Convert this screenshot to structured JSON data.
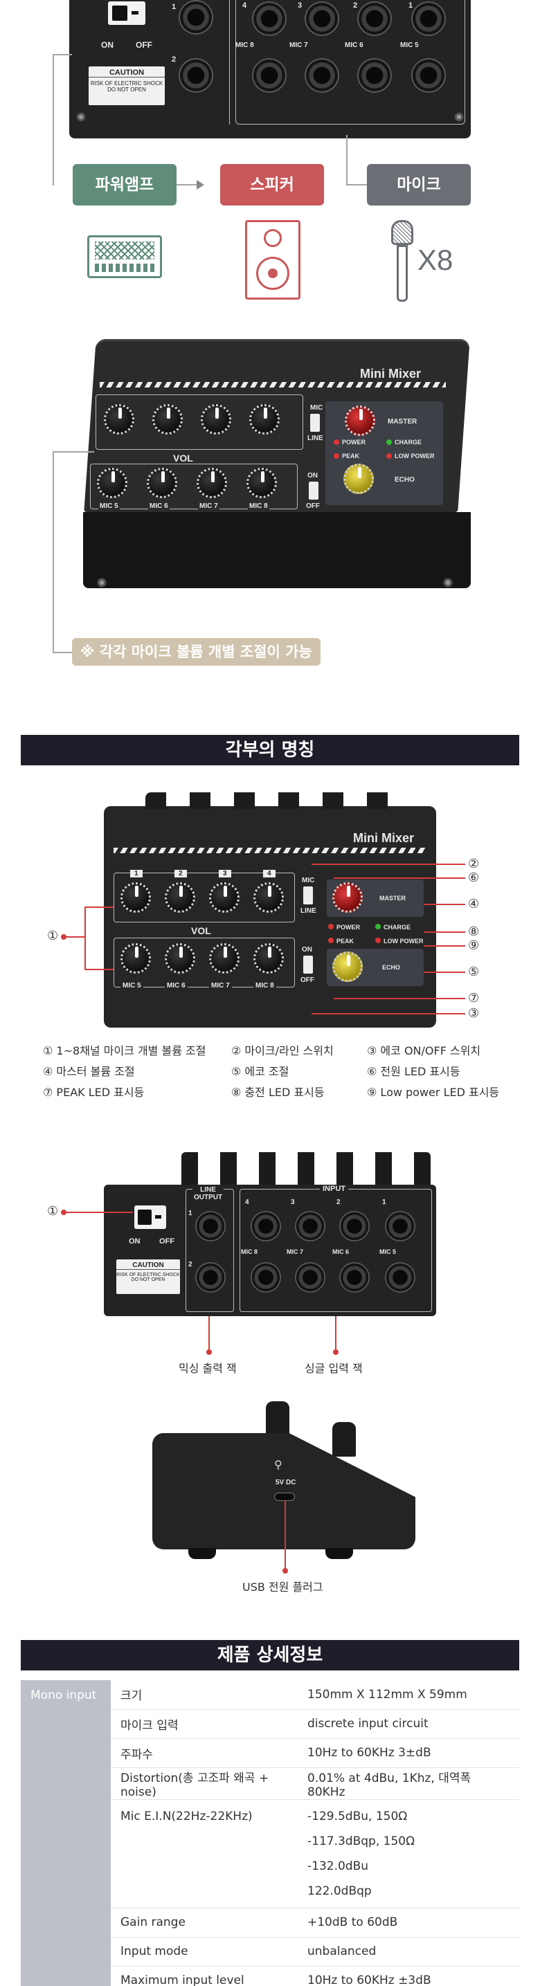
{
  "top_device": {
    "switch_on": "ON",
    "switch_off": "OFF",
    "caution_title": "CAUTION",
    "caution_line1": "RISK OF ELECTRIC SHOCK",
    "caution_line2": "DO NOT OPEN",
    "line_out_nums": [
      "1",
      "2"
    ],
    "input_nums": [
      "4",
      "3",
      "2",
      "1"
    ],
    "mic_labels": [
      "MIC 8",
      "MIC 7",
      "MIC 6",
      "MIC 5"
    ]
  },
  "flow": {
    "amp": "파워앰프",
    "speaker": "스피커",
    "mic": "마이크",
    "mic_count": "X8",
    "amp_color": "#5f8d79",
    "speaker_color": "#c9585a",
    "mic_color": "#6b6e75"
  },
  "mixer": {
    "brand": "Mini Mixer",
    "mic_top": "MIC",
    "line_top": "LINE",
    "vol": "VOL",
    "on": "ON",
    "off": "OFF",
    "power": "POWER",
    "charge": "CHARGE",
    "peak": "PEAK",
    "low_power": "LOW POWER",
    "master": "MASTER",
    "echo": "ECHO",
    "mic_labels": [
      "MIC 5",
      "MIC 6",
      "MIC 7",
      "MIC 8"
    ],
    "ch_nums": [
      "1",
      "2",
      "3",
      "4"
    ]
  },
  "volume_note": "※ 각각 마이크 볼륨 개별 조절이 가능",
  "names_section": {
    "title": "각부의 명칭",
    "markers": [
      "①",
      "②",
      "③",
      "④",
      "⑤",
      "⑥",
      "⑦",
      "⑧",
      "⑨"
    ],
    "legend": [
      "① 1~8채널 마이크 개별 볼륨 조절",
      "② 마이크/라인 스위치",
      "③ 에코 ON/OFF 스위치",
      "④ 마스터 볼륨 조절",
      "⑤ 에코 조절",
      "⑥ 전원 LED 표시등",
      "⑦ PEAK LED 표시등",
      "⑧ 충전 LED 표시등",
      "⑨ Low power LED 표시등"
    ]
  },
  "back_panel": {
    "switch_marker": "①",
    "line_output": "LINE\nOUTPUT",
    "input": "INPUT",
    "mixing_out": "믹싱 출력 잭",
    "single_in": "싱글 입력 잭"
  },
  "side_view": {
    "port_label": "5V DC",
    "usb_plug": "USB 전원 플러그"
  },
  "spec_section": {
    "title": "제품 상세정보",
    "category": "Mono input",
    "rows": [
      {
        "key": "크기",
        "key_sub": "",
        "value": "150mm X 112mm X 59mm"
      },
      {
        "key": "마이크 입력",
        "key_sub": "",
        "value": "discrete input circuit"
      },
      {
        "key": "주파수",
        "key_sub": "",
        "value": "10Hz to 60KHz 3±dB"
      },
      {
        "key": "Distortion",
        "key_sub": "(총 고조파 왜곡 + noise)",
        "value": "0.01% at 4dBu, 1Khz, 대역폭 80KHz"
      },
      {
        "key": "Mic E.I.N",
        "key_sub": "(22Hz-22KHz)",
        "values": [
          "-129.5dBu, 150Ω",
          "-117.3dBqp, 150Ω",
          "-132.0dBu",
          "122.0dBqp"
        ]
      },
      {
        "key": "Gain range",
        "key_sub": "",
        "value": "+10dB to 60dB"
      },
      {
        "key": "Input mode",
        "key_sub": "",
        "value": "unbalanced"
      },
      {
        "key": "Maximum input level",
        "key_sub": "",
        "value": "10Hz to 60KHz ±3dB"
      }
    ]
  }
}
